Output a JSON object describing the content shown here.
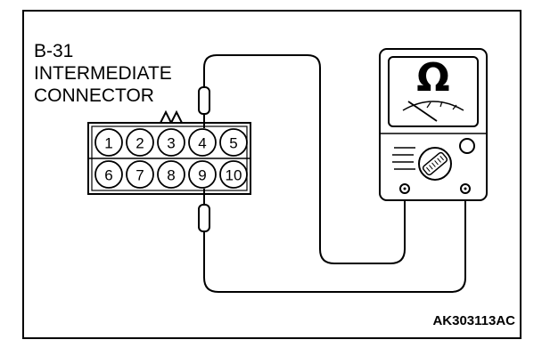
{
  "connector": {
    "id": "B-31",
    "line1": "INTERMEDIATE",
    "line2": "CONNECTOR",
    "pins_top": [
      "1",
      "2",
      "3",
      "4",
      "5"
    ],
    "pins_bottom": [
      "6",
      "7",
      "8",
      "9",
      "10"
    ]
  },
  "meter": {
    "symbol": "Ω"
  },
  "figure_code": "AK303113AC"
}
